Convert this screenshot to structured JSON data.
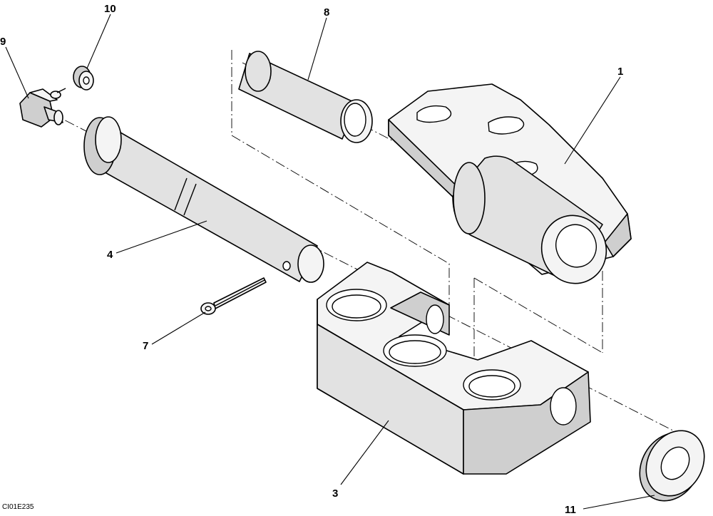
{
  "callouts": {
    "c1": "1",
    "c3": "3",
    "c4": "4",
    "c7": "7",
    "c8": "8",
    "c9": "9",
    "c10": "10",
    "c11": "11"
  },
  "drawing_code": "CI01E235"
}
